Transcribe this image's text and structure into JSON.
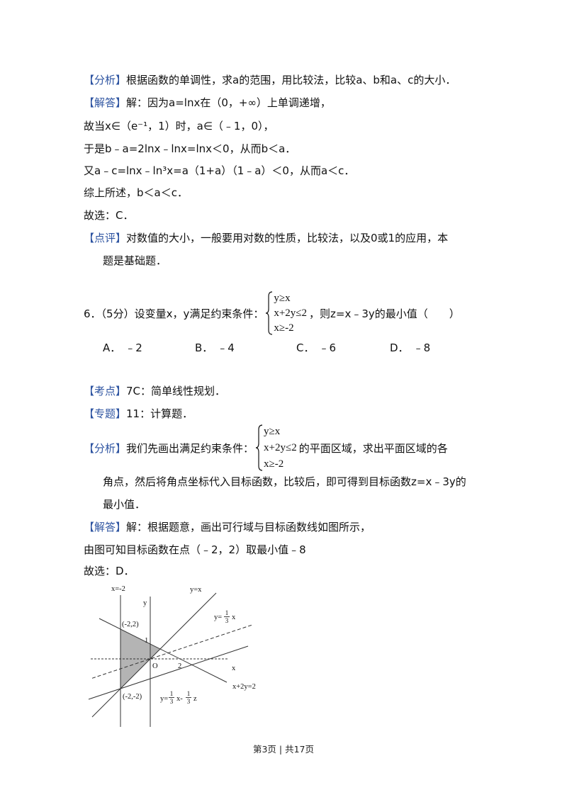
{
  "colors": {
    "label": "#2e54a1",
    "text": "#111111",
    "shade": "#b4b4b4",
    "figure_stroke": "#333333"
  },
  "q5": {
    "analysis": {
      "tag": "【分析】",
      "text": "根据函数的单调性，求a的范围，用比较法，比较a、b和a、c的大小．"
    },
    "solution": {
      "tag": "【解答】",
      "lines": [
        "解：因为a=lnx在（0，+∞）上单调递增，",
        "故当x∈（e⁻¹，1）时，a∈（﹣1，0），",
        "于是b﹣a=2lnx﹣lnx=lnx＜0，从而b＜a．",
        "又a﹣c=lnx﹣ln³x=a（1+a）（1﹣a）＜0，从而a＜c．",
        "综上所述，b＜a＜c．",
        "故选：C．"
      ]
    },
    "comment": {
      "tag": "【点评】",
      "lines": [
        "对数值的大小，一般要用对数的性质，比较法，以及0或1的应用，本",
        "题是基础题．"
      ]
    }
  },
  "q6": {
    "stem_before": "6．（5分）设变量x，y满足约束条件：",
    "constraints": [
      "y≥x",
      "x+2y≤2",
      "x≥-2"
    ],
    "stem_after": "，则z=x﹣3y的最小值（　　）",
    "options": [
      {
        "letter": "A．",
        "value": "﹣2"
      },
      {
        "letter": "B．",
        "value": "﹣4"
      },
      {
        "letter": "C．",
        "value": "﹣6"
      },
      {
        "letter": "D．",
        "value": "﹣8"
      }
    ],
    "topic": {
      "tag": "【考点】",
      "text": "7C：简单线性规划．"
    },
    "category": {
      "tag": "【专题】",
      "text": "11：计算题．"
    },
    "analysis": {
      "tag": "【分析】",
      "before": "我们先画出满足约束条件：",
      "constraints": [
        "y≥x",
        "x+2y≤2",
        "x≥-2"
      ],
      "after": "的平面区域，求出平面区域的各",
      "lines": [
        "角点，然后将角点坐标代入目标函数，比较后，即可得到目标函数z=x﹣3y的",
        "最小值．"
      ]
    },
    "solution": {
      "tag": "【解答】",
      "lines": [
        "解：根据题意，画出可行域与目标函数线如图所示，",
        "由图可知目标函数在点（﹣2，2）取最小值﹣8",
        "故选：D．"
      ]
    },
    "figure": {
      "label_x_eq_neg2": "x=-2",
      "label_y_eq_x": "y=x",
      "axis_y": "y",
      "axis_x": "x",
      "origin": "O",
      "tick_1": "1",
      "tick_2": "2",
      "point_top": "(-2,2)",
      "point_bottom": "(-2,-2)",
      "line_x2y": "x+2y=2",
      "line_dashed": {
        "lhs": "y=",
        "num": "1",
        "den": "3",
        "rhs": "x"
      },
      "line_target": {
        "lhs": "y=",
        "num1": "1",
        "den1": "3",
        "mid": "x-",
        "num2": "1",
        "den2": "3",
        "rhs": "z"
      }
    }
  },
  "footer": "第3页 | 共17页"
}
